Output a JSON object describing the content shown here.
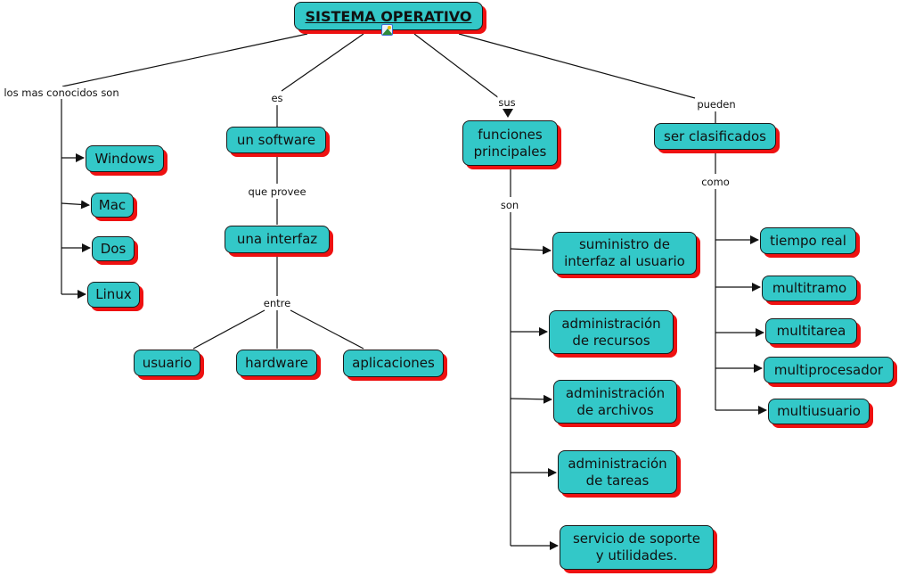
{
  "title": "SISTEMA OPERATIVO",
  "colors": {
    "node_fill": "#33c8c8",
    "node_shadow": "#ee1111",
    "line": "#111111"
  },
  "root": {
    "id": "root",
    "label": "SISTEMA OPERATIVO"
  },
  "nodes": [
    {
      "id": "windows",
      "label": "Windows"
    },
    {
      "id": "mac",
      "label": "Mac"
    },
    {
      "id": "dos",
      "label": "Dos"
    },
    {
      "id": "linux",
      "label": "Linux"
    },
    {
      "id": "software",
      "label": "un software"
    },
    {
      "id": "interfaz",
      "label": "una interfaz"
    },
    {
      "id": "usuario",
      "label": "usuario"
    },
    {
      "id": "hardware",
      "label": "hardware"
    },
    {
      "id": "aplicaciones",
      "label": "aplicaciones"
    },
    {
      "id": "funciones",
      "label": "funciones\nprincipales"
    },
    {
      "id": "suministro",
      "label": "suministro de\ninterfaz al usuario"
    },
    {
      "id": "recursos",
      "label": "administración\nde recursos"
    },
    {
      "id": "archivos",
      "label": "administración\nde archivos"
    },
    {
      "id": "tareas",
      "label": "administración\nde tareas"
    },
    {
      "id": "soporte",
      "label": "servicio de soporte\ny utilidades."
    },
    {
      "id": "clasificados",
      "label": "ser clasificados"
    },
    {
      "id": "tiempo_real",
      "label": "tiempo real"
    },
    {
      "id": "multitramo",
      "label": "multitramo"
    },
    {
      "id": "multitarea",
      "label": "multitarea"
    },
    {
      "id": "multiprocesador",
      "label": "multiprocesador"
    },
    {
      "id": "multiusuario",
      "label": "multiusuario"
    }
  ],
  "linking_phrases": [
    {
      "id": "conocidos",
      "label": "los mas conocidos son"
    },
    {
      "id": "es",
      "label": "es"
    },
    {
      "id": "que_provee",
      "label": "que provee"
    },
    {
      "id": "entre",
      "label": "entre"
    },
    {
      "id": "sus",
      "label": "sus"
    },
    {
      "id": "son",
      "label": "son"
    },
    {
      "id": "pueden",
      "label": "pueden"
    },
    {
      "id": "como",
      "label": "como"
    }
  ],
  "root_attachment_icon": "image-icon"
}
